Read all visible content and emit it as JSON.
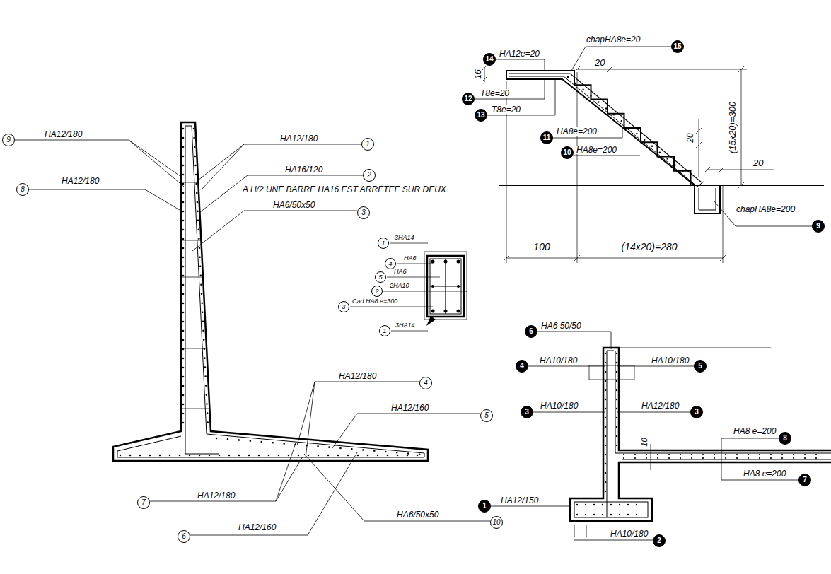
{
  "diagram": {
    "nodes": [
      {
        "text": [
          "9"
        ]
      },
      {
        "text": [
          "1"
        ]
      },
      {
        "text": [
          "2"
        ]
      },
      {
        "text": [
          "8"
        ]
      },
      {
        "text": [
          "3"
        ]
      },
      {
        "text": [
          "4"
        ]
      },
      {
        "text": [
          "5"
        ]
      },
      {
        "text": [
          "7"
        ]
      },
      {
        "text": [
          "10"
        ]
      },
      {
        "text": [
          "6"
        ]
      },
      {
        "text": [
          "1"
        ]
      },
      {
        "text": [
          "4"
        ]
      },
      {
        "text": [
          "5"
        ]
      },
      {
        "text": [
          "2"
        ]
      },
      {
        "text": [
          "3"
        ]
      },
      {
        "text": [
          "1"
        ]
      },
      {
        "text": [
          "15"
        ]
      },
      {
        "text": [
          "14"
        ]
      },
      {
        "text": [
          "12"
        ]
      },
      {
        "text": [
          "13"
        ]
      },
      {
        "text": [
          "11"
        ]
      },
      {
        "text": [
          "10"
        ]
      },
      {
        "text": [
          "9"
        ]
      },
      {
        "text": [
          "6"
        ]
      },
      {
        "text": [
          "4"
        ]
      },
      {
        "text": [
          "5"
        ]
      },
      {
        "text": [
          "3"
        ]
      },
      {
        "text": [
          "3"
        ]
      },
      {
        "text": [
          "8"
        ]
      },
      {
        "text": [
          "7"
        ]
      },
      {
        "text": [
          "1"
        ]
      },
      {
        "text": [
          "2"
        ]
      }
    ],
    "labels": [
      "HA12/180",
      "HA12/180",
      "HA16/120",
      "A H/2 UNE BARRE HA16 EST ARRETEE SUR DEUX",
      "HA12/180",
      "HA6/50x50",
      "3HA14",
      "HA6",
      "HA6",
      "2HA10",
      "Cad HA8 e=300",
      "3HA14",
      "HA12/180",
      "HA12/160",
      "HA12/180",
      "HA12/160",
      "HA6/50x50",
      "chapHA8e=20",
      "HA12e=20",
      "16",
      "20",
      "(15x20)=300",
      "T8e=20",
      "T8e=20",
      "HA8e=200",
      "HA8e=200",
      "20",
      "20",
      "chapHA8e=200",
      "100",
      "(14x20)=280",
      "HA6 50/50",
      "HA10/180",
      "HA10/180",
      "HA10/180",
      "HA12/180",
      "10",
      "HA8 e=200",
      "HA8 e=200",
      "HA12/150",
      "HA10/180"
    ]
  }
}
